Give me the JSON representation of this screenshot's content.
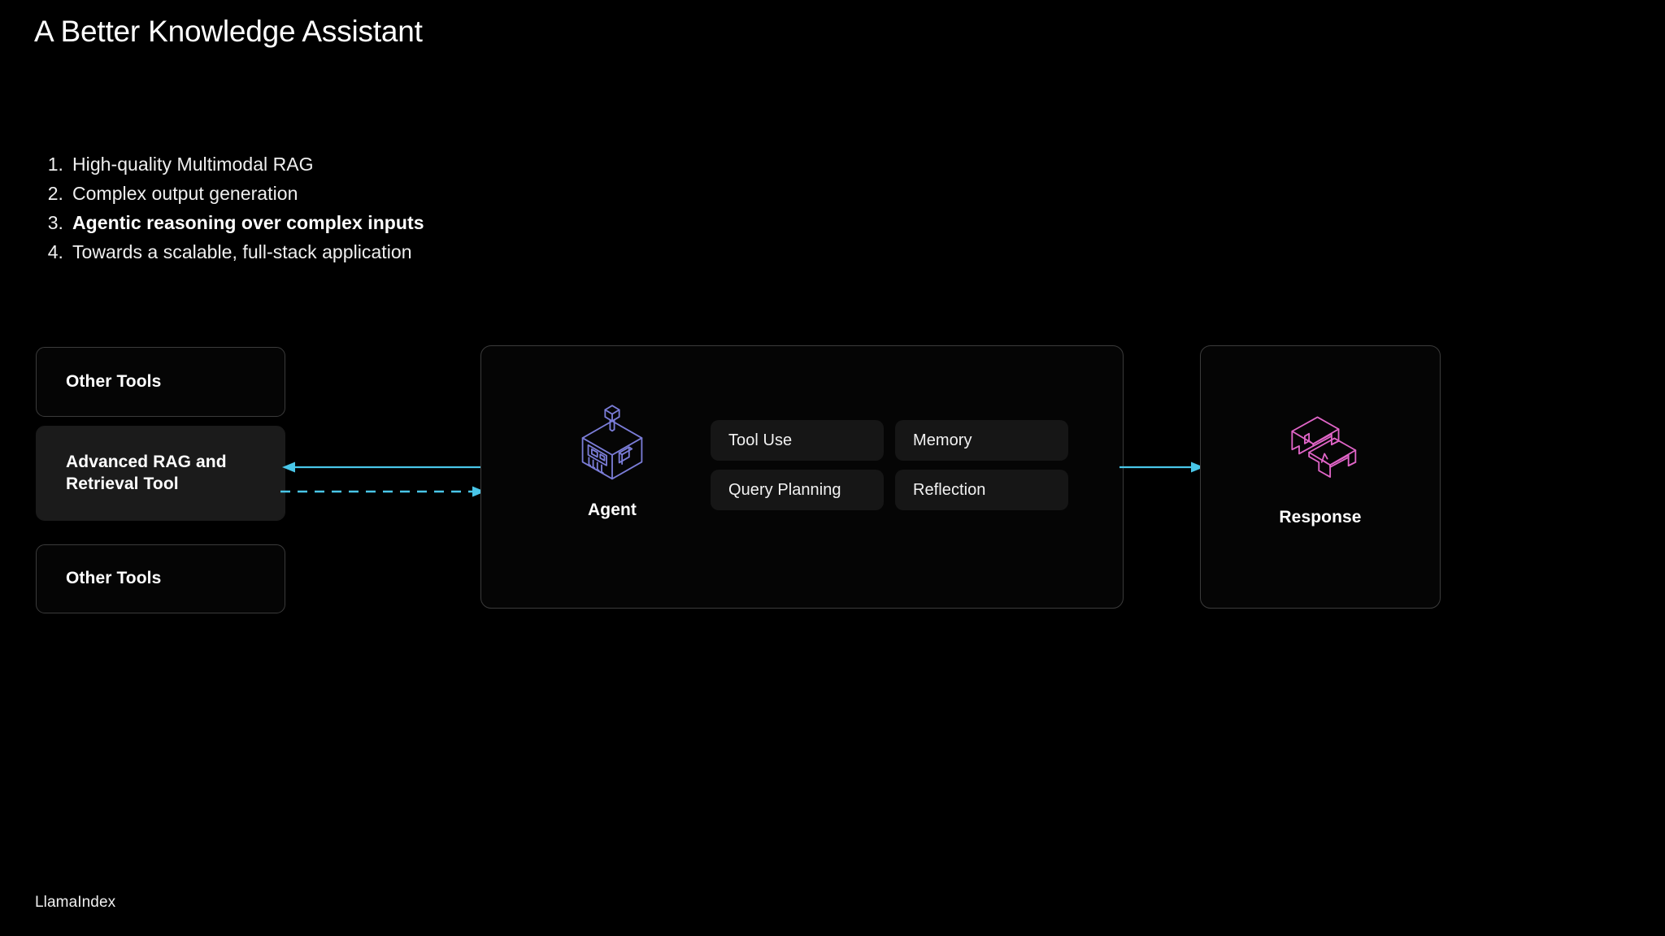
{
  "slide": {
    "title": "A Better Knowledge Assistant",
    "background_color": "#000000",
    "footer_brand": "LlamaIndex"
  },
  "bullets": [
    {
      "number": "1.",
      "text": "High-quality Multimodal RAG",
      "emphasis": false
    },
    {
      "number": "2.",
      "text": "Complex output generation",
      "emphasis": false
    },
    {
      "number": "3.",
      "text": "Agentic reasoning over complex inputs",
      "emphasis": true
    },
    {
      "number": "4.",
      "text": "Towards a scalable, full-stack application",
      "emphasis": false
    }
  ],
  "diagram": {
    "tool_cards": [
      {
        "label": "Other Tools",
        "style": "outline"
      },
      {
        "label": "Advanced RAG and Retrieval Tool",
        "style": "filled"
      },
      {
        "label": "Other Tools",
        "style": "outline"
      }
    ],
    "agent": {
      "label": "Agent",
      "icon": "agent-cube-icon",
      "icon_color": "#7b7dd8",
      "capabilities": [
        "Tool Use",
        "Memory",
        "Query Planning",
        "Reflection"
      ]
    },
    "response": {
      "label": "Response",
      "icon": "qa-speech-bubbles-icon",
      "icon_color": "#e165c8",
      "icon_letters": [
        "Q",
        "A"
      ]
    },
    "connectors": [
      {
        "name": "tool-to-agent",
        "style": "solid",
        "direction": "left",
        "color": "#49c6e8"
      },
      {
        "name": "agent-to-tool",
        "style": "dashed",
        "direction": "right",
        "color": "#49c6e8"
      },
      {
        "name": "agent-to-response",
        "style": "solid",
        "direction": "right",
        "color": "#49c6e8"
      }
    ],
    "accent_colors": {
      "arrow_cyan": "#49c6e8",
      "agent_indigo": "#7b7dd8",
      "response_pink": "#e165c8",
      "card_border": "#3b3b3b",
      "chip_fill": "#161616",
      "highlight_fill": "#1b1b1b"
    }
  }
}
